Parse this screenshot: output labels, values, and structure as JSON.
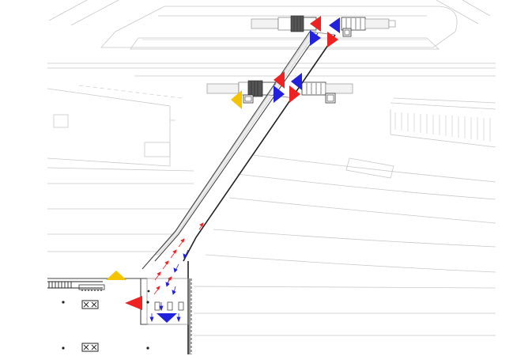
{
  "diagram": {
    "kind": "architectural site plan",
    "colors": {
      "background": "#ffffff",
      "linework_light": "#c9c9c9",
      "linework_dark": "#333333",
      "marker_red": "#ee2222",
      "marker_blue": "#2222dd",
      "marker_yellow": "#f5c400"
    },
    "markers": [
      {
        "id": "top-red-left",
        "color": "red",
        "direction": "left"
      },
      {
        "id": "top-blue-right",
        "color": "blue",
        "direction": "right"
      },
      {
        "id": "top-blue-left",
        "color": "blue",
        "direction": "left"
      },
      {
        "id": "top-red-right",
        "color": "red",
        "direction": "right"
      },
      {
        "id": "mid-red-left",
        "color": "red",
        "direction": "left"
      },
      {
        "id": "mid-blue-right",
        "color": "blue",
        "direction": "right"
      },
      {
        "id": "mid-blue-left",
        "color": "blue",
        "direction": "left"
      },
      {
        "id": "mid-red-right",
        "color": "red",
        "direction": "right"
      },
      {
        "id": "mid-yellow-left",
        "color": "yellow",
        "direction": "left"
      },
      {
        "id": "bottom-yellow-up",
        "color": "yellow",
        "direction": "up"
      },
      {
        "id": "bottom-red-left",
        "color": "red",
        "direction": "left"
      },
      {
        "id": "bottom-blue-down",
        "color": "blue",
        "direction": "down"
      }
    ],
    "flow_arrows": {
      "red": "up-right",
      "blue": "down-left"
    }
  }
}
